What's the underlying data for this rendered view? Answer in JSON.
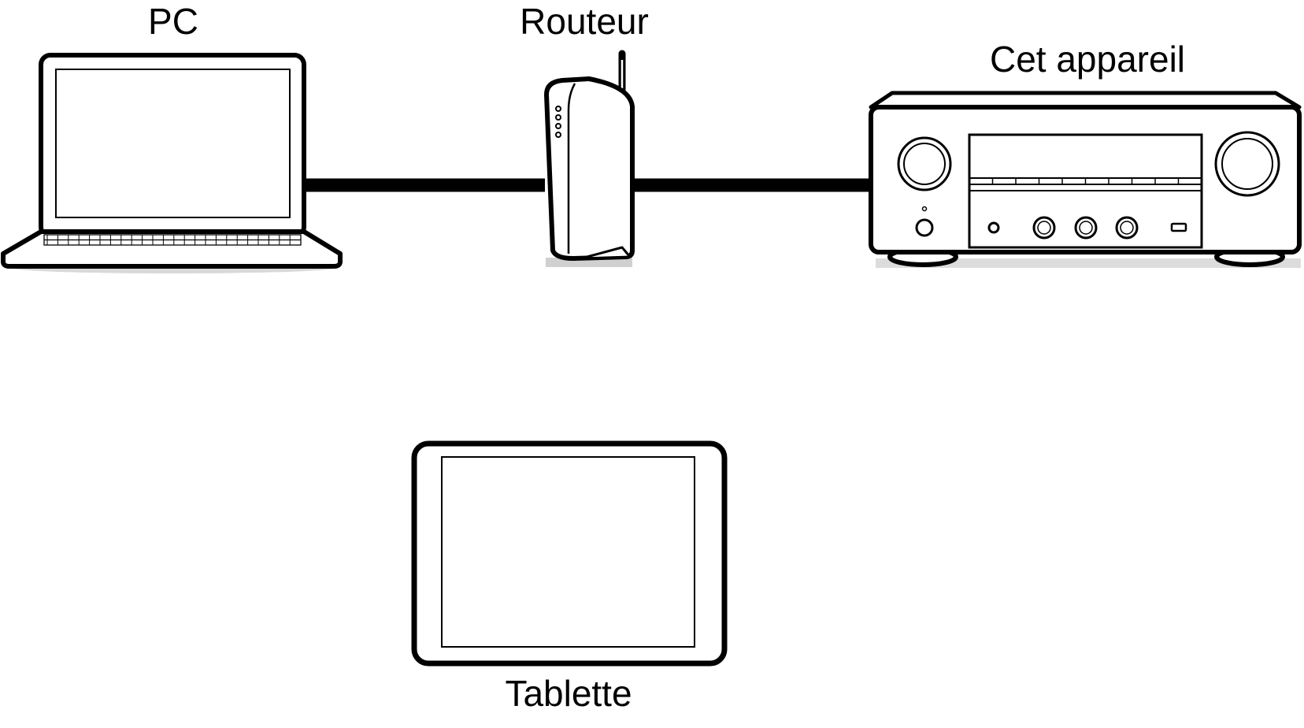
{
  "labels": {
    "pc": "PC",
    "router": "Routeur",
    "device": "Cet appareil",
    "tablet": "Tablette"
  },
  "colors": {
    "stroke": "#000000",
    "background": "#ffffff",
    "shadow": "#cfcfcf"
  },
  "icons": {
    "pc": "laptop-icon",
    "router": "router-icon",
    "device": "av-receiver-icon",
    "tablet": "tablet-icon"
  }
}
